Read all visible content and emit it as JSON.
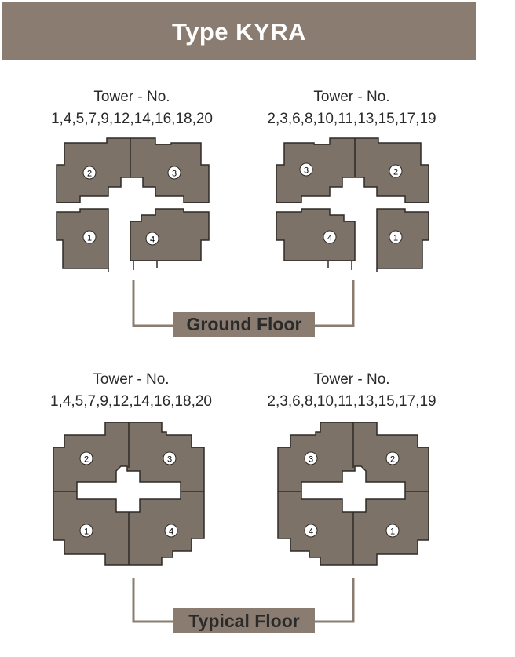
{
  "banner": {
    "title": "Type KYRA"
  },
  "tower_groups": {
    "odd_title": "Tower - No.",
    "odd_numbers": "1,4,5,7,9,12,14,16,18,20",
    "even_title": "Tower - No.",
    "even_numbers": "2,3,6,8,10,11,13,15,17,19"
  },
  "sections": [
    {
      "floor_label": "Ground Floor"
    },
    {
      "floor_label": "Typical Floor"
    }
  ],
  "units": {
    "top_left": "2",
    "top_right": "3",
    "bottom_left": "1",
    "bottom_right": "4",
    "mirror_top_left": "3",
    "mirror_top_right": "2",
    "mirror_bottom_left": "4",
    "mirror_bottom_right": "1"
  },
  "colors": {
    "banner": "#8a7c70",
    "plan_fill": "#7d7268",
    "plan_stroke": "#2e2a26",
    "badge_fill": "#ffffff"
  }
}
